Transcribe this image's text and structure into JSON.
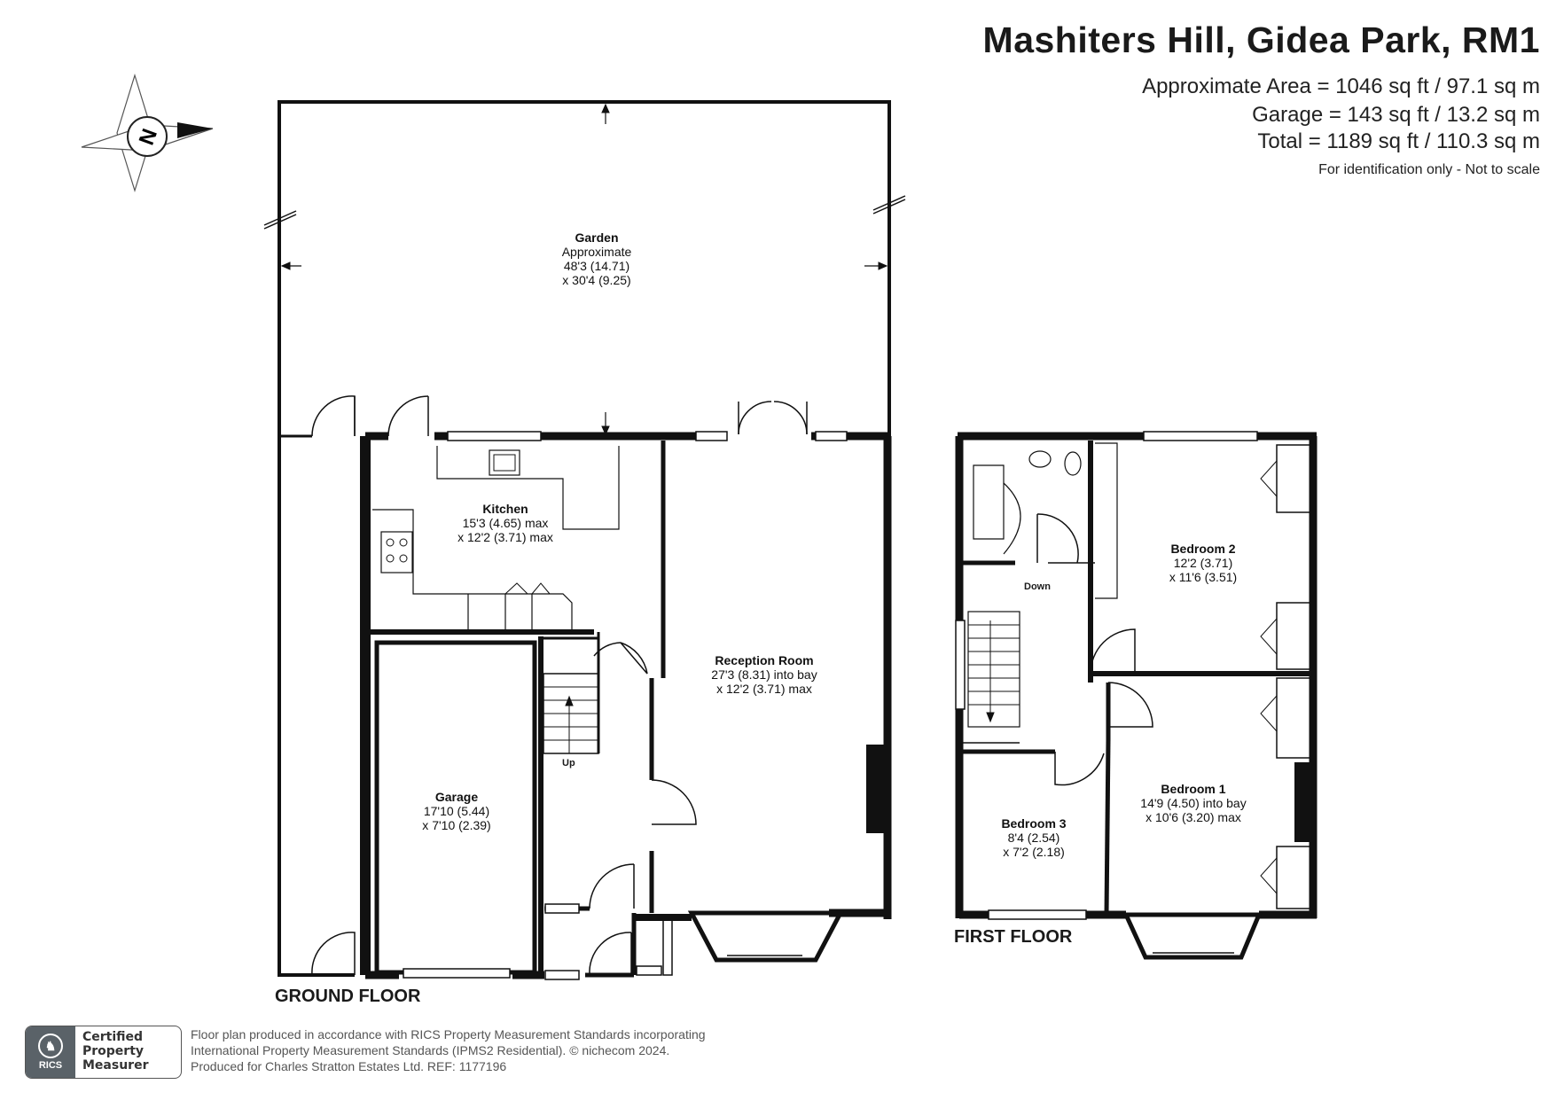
{
  "header": {
    "title": "Mashiters Hill, Gidea Park, RM1",
    "area_line": "Approximate Area = 1046 sq ft / 97.1 sq m",
    "garage_line": "Garage = 143 sq ft / 13.2 sq m",
    "total_line": "Total = 1189 sq ft / 110.3 sq m",
    "note": "For identification only - Not to scale"
  },
  "compass": {
    "label": "N"
  },
  "ground_floor": {
    "label": "GROUND FLOOR",
    "rooms": {
      "garden": {
        "name": "Garden",
        "lines": [
          "Approximate",
          "48'3 (14.71)",
          "x 30'4 (9.25)"
        ]
      },
      "kitchen": {
        "name": "Kitchen",
        "lines": [
          "15'3 (4.65) max",
          "x 12'2 (3.71) max"
        ]
      },
      "reception": {
        "name": "Reception Room",
        "lines": [
          "27'3 (8.31) into bay",
          "x 12'2 (3.71) max"
        ]
      },
      "garage": {
        "name": "Garage",
        "lines": [
          "17'10 (5.44)",
          "x 7'10 (2.39)"
        ]
      }
    },
    "stairs_label": "Up"
  },
  "first_floor": {
    "label": "FIRST FLOOR",
    "rooms": {
      "bedroom2": {
        "name": "Bedroom 2",
        "lines": [
          "12'2 (3.71)",
          "x 11'6 (3.51)"
        ]
      },
      "bedroom1": {
        "name": "Bedroom 1",
        "lines": [
          "14'9 (4.50) into bay",
          "x 10'6 (3.20) max"
        ]
      },
      "bedroom3": {
        "name": "Bedroom 3",
        "lines": [
          "8'4 (2.54)",
          "x 7'2 (2.18)"
        ]
      }
    },
    "stairs_label": "Down"
  },
  "footer": {
    "badge_brand": "RICS",
    "badge_lines": [
      "Certified",
      "Property",
      "Measurer"
    ],
    "text_lines": [
      "Floor plan produced in accordance with RICS Property Measurement Standards incorporating",
      "International Property Measurement Standards (IPMS2 Residential).   © nichecom 2024.",
      "Produced for Charles Stratton Estates Ltd.   REF: 1177196"
    ]
  }
}
